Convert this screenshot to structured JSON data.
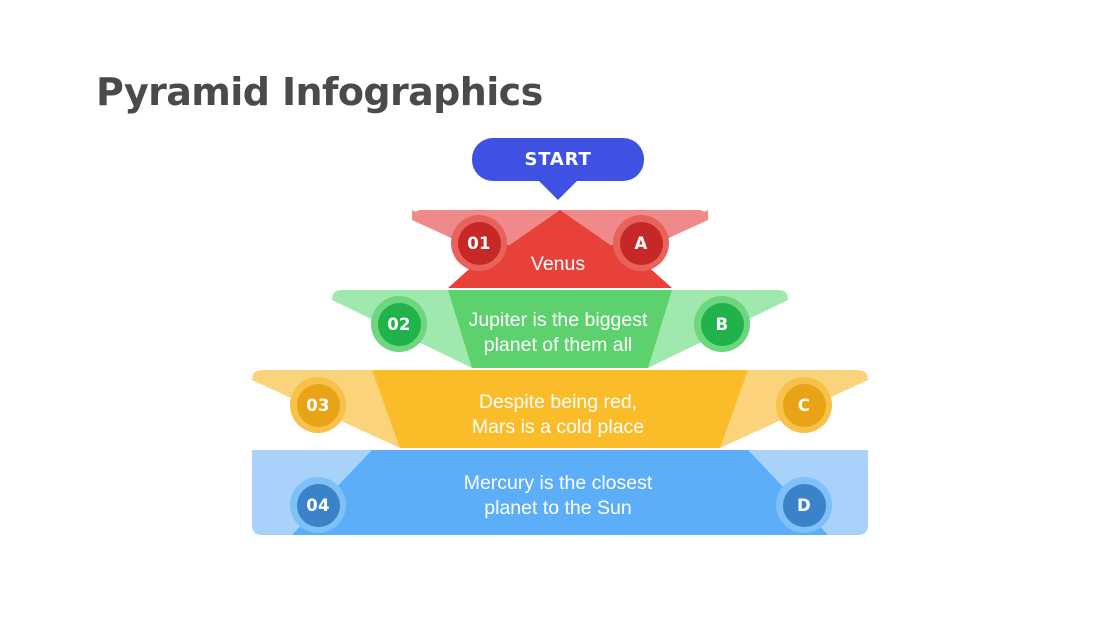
{
  "page": {
    "title": "Pyramid Infographics",
    "background_color": "#ffffff"
  },
  "start": {
    "label": "START",
    "color": "#3F51E3"
  },
  "chart_data": {
    "type": "pyramid",
    "title": "Pyramid Infographics",
    "levels": [
      {
        "index": 1,
        "number": "01",
        "letter": "A",
        "text": "Venus",
        "light_color": "#F08A8A",
        "dark_color": "#E8413A",
        "badge_ring_color": "#E8625C",
        "badge_core_color": "#C62828"
      },
      {
        "index": 2,
        "number": "02",
        "letter": "B",
        "text": "Jupiter is the biggest\nplanet of them all",
        "light_color": "#9FE8AE",
        "dark_color": "#5ED16F",
        "badge_ring_color": "#6ED67E",
        "badge_core_color": "#21B24B"
      },
      {
        "index": 3,
        "number": "03",
        "letter": "C",
        "text": "Despite being red,\nMars is a cold place",
        "light_color": "#FBD37A",
        "dark_color": "#FBBC29",
        "badge_ring_color": "#F7C14A",
        "badge_core_color": "#E8A317"
      },
      {
        "index": 4,
        "number": "04",
        "letter": "D",
        "text": "Mercury is the closest\nplanet to the Sun",
        "light_color": "#A8D2F9",
        "dark_color": "#5BAEF7",
        "badge_ring_color": "#7EC0F8",
        "badge_core_color": "#3B83C9"
      }
    ]
  }
}
